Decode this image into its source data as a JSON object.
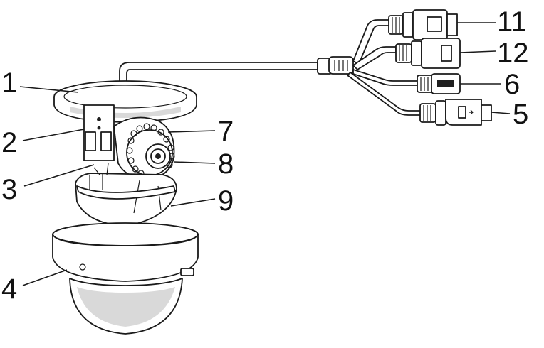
{
  "callouts": {
    "c1": "1",
    "c2": "2",
    "c3": "3",
    "c4": "4",
    "c5": "5",
    "c6": "6",
    "c7": "7",
    "c8": "8",
    "c9": "9",
    "c11": "11",
    "c12": "12"
  }
}
